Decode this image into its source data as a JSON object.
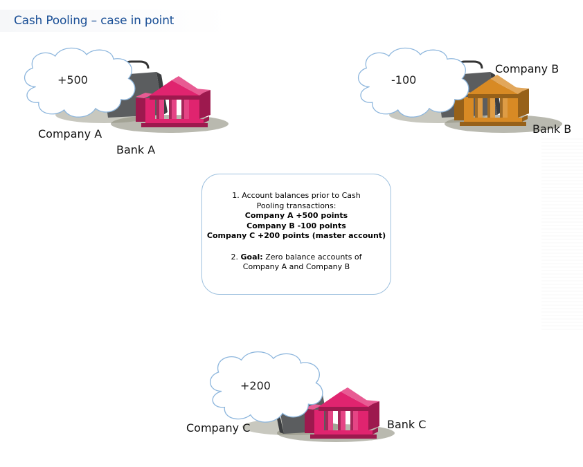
{
  "title": "Cash Pooling – case in point",
  "groups": [
    {
      "company": "Company A",
      "bank": "Bank A",
      "balance": "+500",
      "bank_color": "#e0246f",
      "icons": [
        "cloud-icon",
        "briefcase-icon",
        "bank-building-icon"
      ]
    },
    {
      "company": "Company B",
      "bank": "Bank B",
      "balance": "-100",
      "bank_color": "#d88a24",
      "icons": [
        "cloud-icon",
        "briefcase-icon",
        "bank-building-icon"
      ]
    },
    {
      "company": "Company C",
      "bank": "Bank C",
      "balance": "+200",
      "bank_color": "#e0246f",
      "icons": [
        "cloud-icon",
        "briefcase-icon",
        "bank-building-icon"
      ]
    }
  ],
  "infobox": {
    "line1": "1. Account balances prior to Cash Pooling transactions:",
    "balances": [
      "Company A +500 points",
      "Company B -100 points",
      "Company C +200 points (master account)"
    ],
    "goal_prefix": "2. ",
    "goal_label": "Goal:",
    "goal_text": " Zero balance accounts of Company A and Company B"
  }
}
